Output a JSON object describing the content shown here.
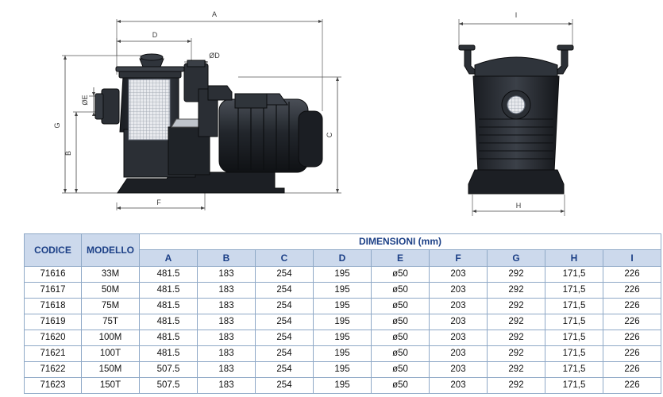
{
  "drawing": {
    "side_labels": {
      "A": "A",
      "D": "D",
      "phiD": "ØD",
      "phiE": "ØE",
      "G": "G",
      "B": "B",
      "C": "C",
      "F": "F"
    },
    "front_labels": {
      "I": "I",
      "H": "H"
    }
  },
  "table": {
    "col_codice": "CODICE",
    "col_modello": "MODELLO",
    "dim_title": "DIMENSIONI (mm)",
    "dim_columns": [
      "A",
      "B",
      "C",
      "D",
      "E",
      "F",
      "G",
      "H",
      "I"
    ],
    "rows": [
      {
        "codice": "71616",
        "modello": "33M",
        "vals": [
          "481.5",
          "183",
          "254",
          "195",
          "ø50",
          "203",
          "292",
          "171,5",
          "226"
        ]
      },
      {
        "codice": "71617",
        "modello": "50M",
        "vals": [
          "481.5",
          "183",
          "254",
          "195",
          "ø50",
          "203",
          "292",
          "171,5",
          "226"
        ]
      },
      {
        "codice": "71618",
        "modello": "75M",
        "vals": [
          "481.5",
          "183",
          "254",
          "195",
          "ø50",
          "203",
          "292",
          "171,5",
          "226"
        ]
      },
      {
        "codice": "71619",
        "modello": "75T",
        "vals": [
          "481.5",
          "183",
          "254",
          "195",
          "ø50",
          "203",
          "292",
          "171,5",
          "226"
        ]
      },
      {
        "codice": "71620",
        "modello": "100M",
        "vals": [
          "481.5",
          "183",
          "254",
          "195",
          "ø50",
          "203",
          "292",
          "171,5",
          "226"
        ]
      },
      {
        "codice": "71621",
        "modello": "100T",
        "vals": [
          "481.5",
          "183",
          "254",
          "195",
          "ø50",
          "203",
          "292",
          "171,5",
          "226"
        ]
      },
      {
        "codice": "71622",
        "modello": "150M",
        "vals": [
          "507.5",
          "183",
          "254",
          "195",
          "ø50",
          "203",
          "292",
          "171,5",
          "226"
        ]
      },
      {
        "codice": "71623",
        "modello": "150T",
        "vals": [
          "507.5",
          "183",
          "254",
          "195",
          "ø50",
          "203",
          "292",
          "171,5",
          "226"
        ]
      }
    ]
  }
}
